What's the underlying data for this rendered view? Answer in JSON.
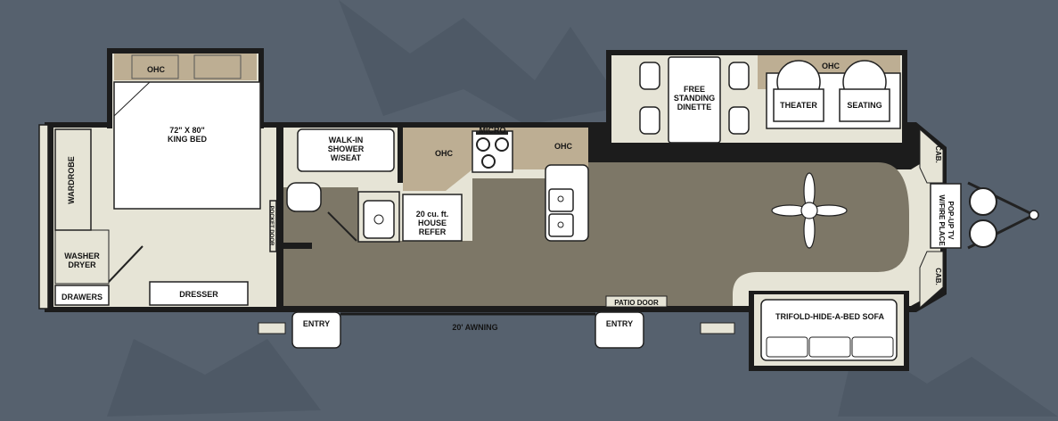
{
  "colors": {
    "background": "#56616e",
    "wall": "#1c1c1c",
    "floor_carpet": "#e6e4d6",
    "floor_vinyl": "#7d7767",
    "cabinet_tan": "#bdae93",
    "fixture": "#ffffff"
  },
  "icons": [
    "ceiling-fan-icon",
    "stove-burner-icon",
    "sink-icon",
    "toilet-icon",
    "door-swing-icon",
    "tire-icon",
    "hitch-icon"
  ],
  "labels": {
    "ohc_bed": "OHC",
    "king_bed": "72\" X 80\"\nKING BED",
    "wardrobe": "WARDROBE",
    "washer_dryer": "WASHER\nDRYER",
    "drawers": "DRAWERS",
    "dresser": "DRESSER",
    "pocket_door": "POCKET DOOR",
    "shower": "WALK-IN\nSHOWER\nW/SEAT",
    "refer": "20 cu. ft.\nHOUSE\nREFER",
    "ohc_kitchen": "OHC",
    "micro": "MICRO",
    "ohc_island": "OHC",
    "dinette": "FREE\nSTANDING\nDINETTE",
    "ohc_theater": "OHC",
    "theater": "THEATER",
    "seating": "SEATING",
    "cab_top": "CAB.",
    "cab_bottom": "CAB.",
    "tv": "POP-UP TV\nW/FIRE PLACE",
    "sofa": "TRIFOLD-HIDE-A-BED SOFA",
    "patio_door": "PATIO DOOR",
    "entry_left": "ENTRY",
    "entry_right": "ENTRY",
    "awning": "20' AWNING"
  }
}
